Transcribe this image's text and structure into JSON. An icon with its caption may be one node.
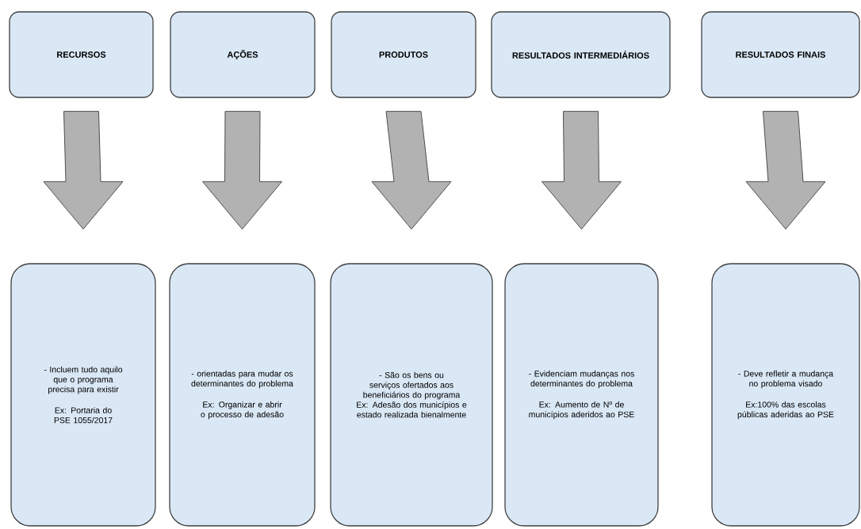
{
  "diagram": {
    "nodes": [
      {
        "text": [
          "RECURSOS"
        ]
      },
      {
        "text": [
          "AÇÕES"
        ]
      },
      {
        "text": [
          "PRODUTOS"
        ]
      },
      {
        "text": [
          "RESULTADOS INTERMEDIÁRIOS"
        ]
      },
      {
        "text": [
          "RESULTADOS FINAIS"
        ]
      },
      {
        "text": [
          "- Incluem tudo aquilo que o programa precisa para existir",
          "Ex: Portaria do PSE 1055/2017"
        ]
      },
      {
        "text": [
          "- orientadas para mudar os determinantes do problema",
          "Ex: Organizar e abrir o processo de adesão"
        ]
      },
      {
        "text": [
          "- São os bens ou serviços ofertados aos beneficiários do programa",
          "Ex: Adesão dos municípios e estado realizada bienalmente"
        ]
      },
      {
        "text": [
          "- Evidenciam mudanças nos determinantes do problema",
          "Ex: Aumento de Nº de municípios aderidos ao PSE"
        ]
      },
      {
        "text": [
          "- Deve refletir a mudança no problema visado",
          "Ex:100% das escolas públicas aderidas ao PSE"
        ]
      }
    ],
    "edges": [
      {
        "from": 0,
        "to": 5,
        "arrow": "to"
      },
      {
        "from": 1,
        "to": 6,
        "arrow": "to"
      },
      {
        "from": 2,
        "to": 7,
        "arrow": "to"
      },
      {
        "from": 3,
        "to": 8,
        "arrow": "to"
      },
      {
        "from": 4,
        "to": 9,
        "arrow": "to"
      }
    ]
  }
}
